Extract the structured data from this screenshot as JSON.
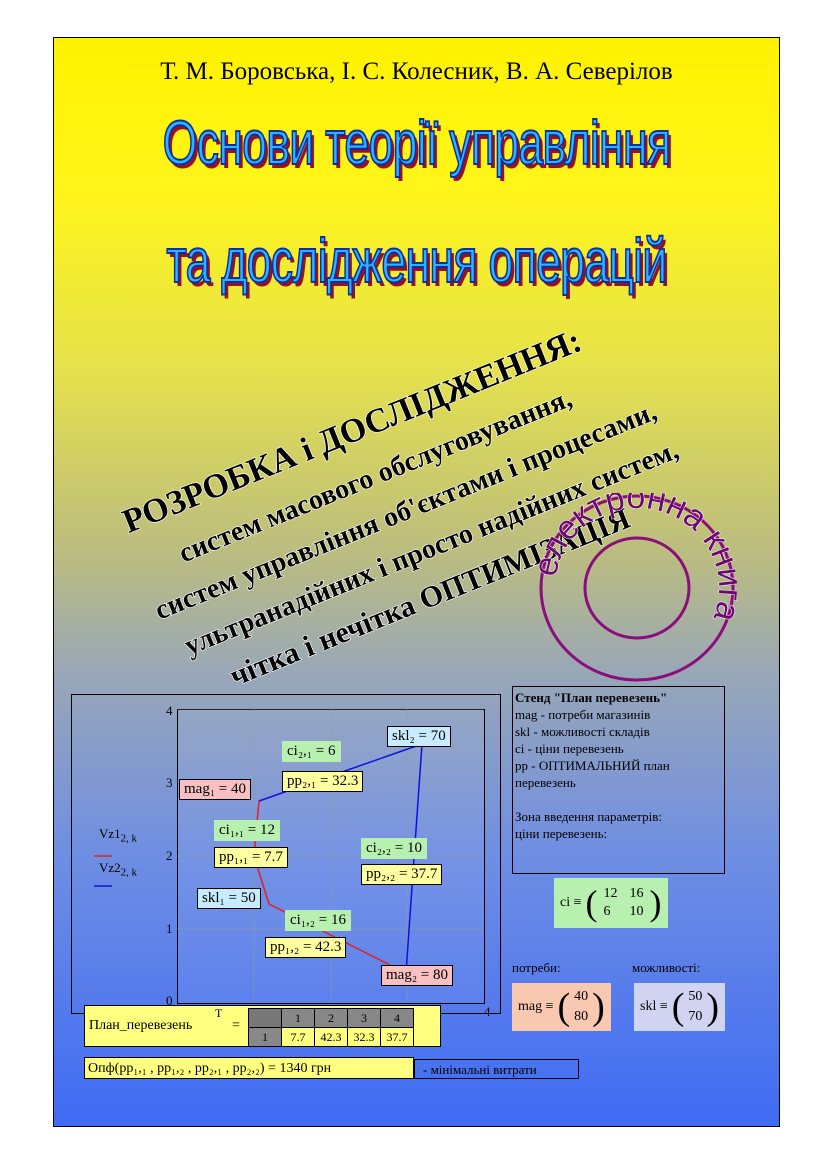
{
  "cover": {
    "authors": "Т. М. Боровська, І. С. Колесник, В. А. Северілов",
    "title_line1": "Основи теорії управління",
    "title_line2": "та дослідження операцій",
    "slogan": [
      "РОЗРОБКА і ДОСЛІДЖЕННЯ:",
      "систем масового обслуговування,",
      "систем управління об'єктами і процесами,",
      "ультранадійних і просто надійних систем,",
      "чітка і нечітка ОПТИМІЗАЦІЯ"
    ],
    "stamp_text": "електронна книга"
  },
  "chart": {
    "y_ticks": [
      "0",
      "1",
      "2",
      "3",
      "4"
    ],
    "x_tick_right": "4",
    "legend_1": "Vz1",
    "legend_1_sub": "2, k",
    "legend_2": "Vz2",
    "legend_2_sub": "2, k",
    "colors": {
      "red": "#e02020",
      "blue": "#1010e0"
    },
    "labels": {
      "skl2": "skl₂ = 70",
      "ci21": "ci₂,₁ = 6",
      "pp21": "pp₂,₁ = 32.3",
      "mag1": "mag₁ = 40",
      "ci11": "ci₁,₁ = 12",
      "pp11": "pp₁,₁ = 7.7",
      "ci22": "ci₂,₂ = 10",
      "pp22": "pp₂,₂ = 37.7",
      "skl1": "skl₁ = 50",
      "ci12": "ci₁,₂ = 16",
      "pp12": "pp₁,₂ = 42.3",
      "mag2": "mag₂ = 80"
    }
  },
  "panel": {
    "heading": "Стенд \"План перевезень\"",
    "lines": [
      "mag - потреби магазинів",
      "skl - можливості складів",
      "ci - ціни перевезень",
      "pp - ОПТИМАЛЬНИЙ план перевезень"
    ],
    "zone": "Зона введення параметрів:",
    "prices": "ціни перевезень:"
  },
  "ci_matrix": {
    "label": "ci ≡",
    "rows": [
      [
        "12",
        "16"
      ],
      [
        "6",
        "10"
      ]
    ]
  },
  "needs_label": "потреби:",
  "caps_label": "можливості:",
  "mag_matrix": {
    "label": "mag ≡",
    "rows": [
      [
        "40"
      ],
      [
        "80"
      ]
    ]
  },
  "skl_matrix": {
    "label": "skl ≡",
    "rows": [
      [
        "50"
      ],
      [
        "70"
      ]
    ]
  },
  "plan": {
    "label": "План_перевезень",
    "sup": "T",
    "eq": "=",
    "header": [
      "1",
      "2",
      "3",
      "4"
    ],
    "row_index": "1",
    "values": [
      "7.7",
      "42.3",
      "32.3",
      "37.7"
    ]
  },
  "opf": {
    "formula": "Опф(pp₁,₁ , pp₁,₂ , pp₂,₁ , pp₂,₂) = 1340 грн",
    "note": "- мінімальні витрати"
  }
}
